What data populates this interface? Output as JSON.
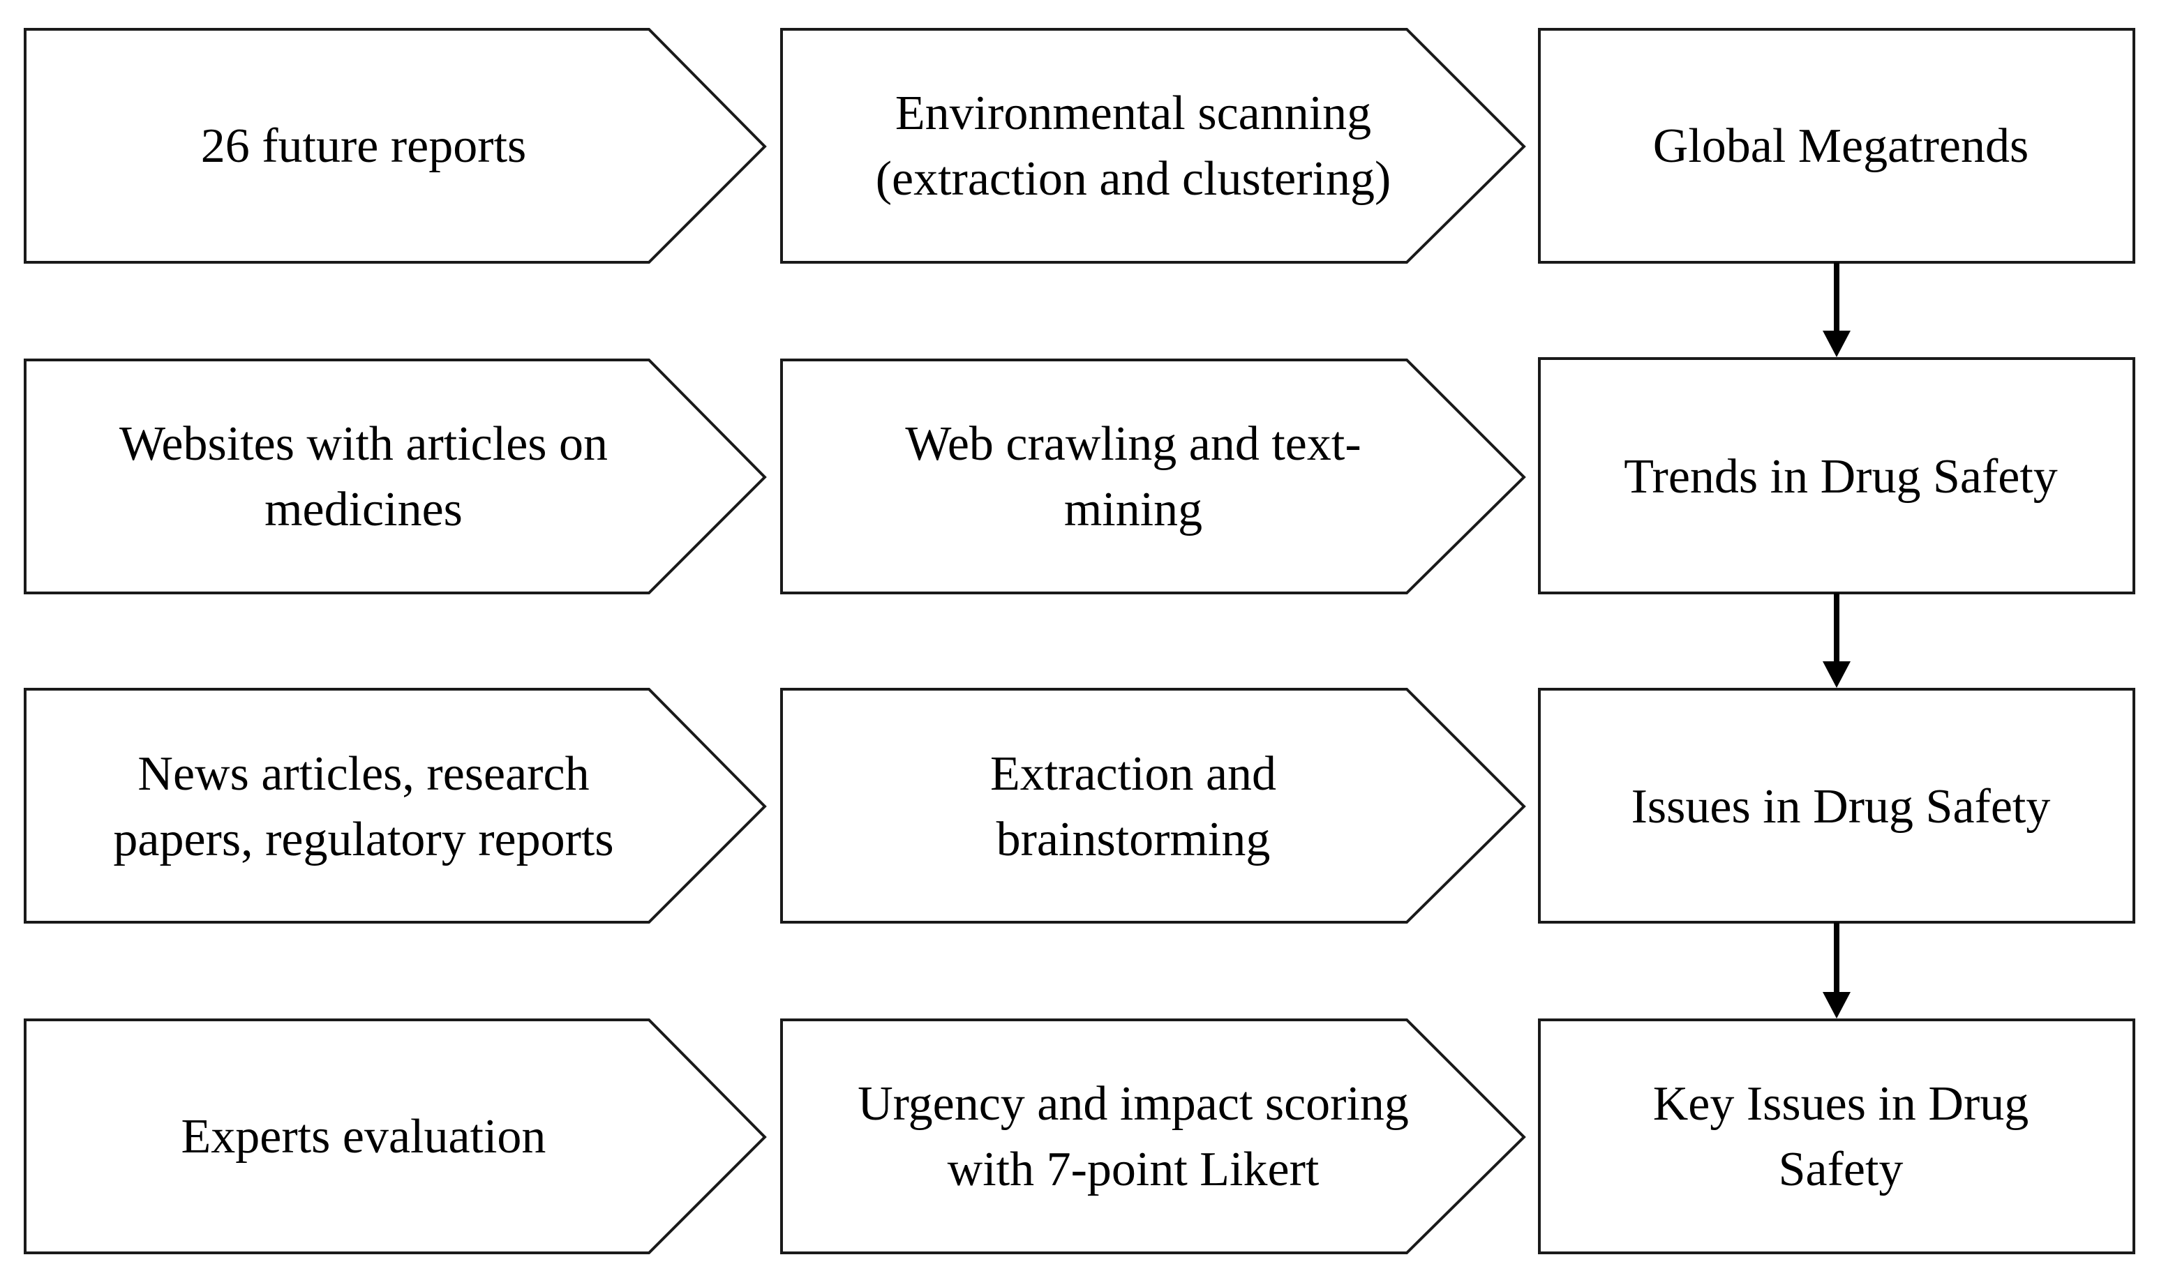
{
  "diagram": {
    "rows": [
      {
        "source": "26 future reports",
        "method": "Environmental scanning\n(extraction and clustering)",
        "result": "Global Megatrends"
      },
      {
        "source": "Websites with articles on\nmedicines",
        "method": "Web crawling and text-\nmining",
        "result": "Trends in Drug Safety"
      },
      {
        "source": "News articles, research\npapers, regulatory reports",
        "method": "Extraction and\nbrainstorming",
        "result": "Issues in Drug Safety"
      },
      {
        "source": "Experts evaluation",
        "method": "Urgency and impact scoring\nwith 7-point Likert",
        "result": "Key Issues in Drug\nSafety"
      }
    ]
  },
  "colors": {
    "stroke": "#1a1a1a",
    "fill": "#ffffff",
    "text": "#000000"
  }
}
